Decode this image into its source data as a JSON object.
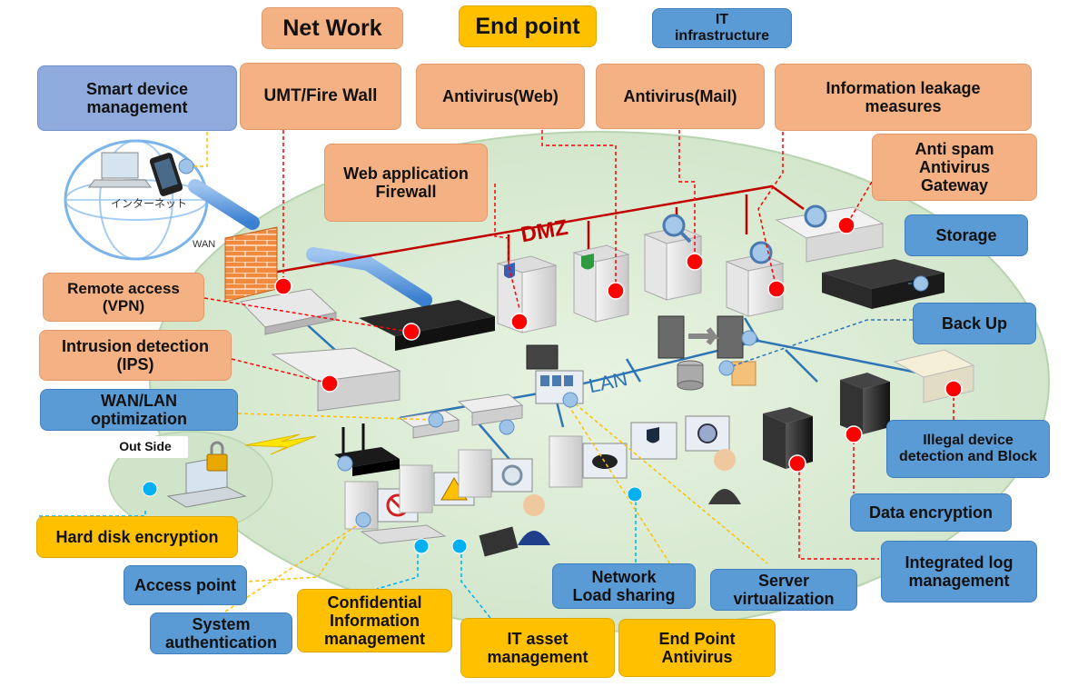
{
  "categories": {
    "network": "Net Work",
    "endpoint": "End point",
    "it_infra": "IT\ninfrastructure"
  },
  "labels": {
    "smart_device": "Smart device\nmanagement",
    "utm_firewall": "UMT/Fire Wall",
    "antivirus_web": "Antivirus(Web)",
    "antivirus_mail": "Antivirus(Mail)",
    "info_leakage": "Information leakage\nmeasures",
    "anti_spam": "Anti spam\nAntivirus\nGateway",
    "web_app_fw": "Web application\nFirewall",
    "storage": "Storage",
    "remote_access": "Remote access\n(VPN)",
    "backup": "Back Up",
    "ips": "Intrusion detection\n(IPS)",
    "wan_lan": "WAN/LAN\noptimization",
    "outside": "Out Side",
    "illegal_device": "Illegal device\ndetection and Block",
    "hdd_encryption": "Hard disk encryption",
    "data_encryption": "Data encryption",
    "access_point": "Access point",
    "integrated_log": "Integrated log\nmanagement",
    "network_load": "Network\nLoad sharing",
    "server_virt": "Server\nvirtualization",
    "system_auth": "System\nauthentication",
    "confidential": "Confidential\nInformation\nmanagement",
    "it_asset": "IT asset\nmanagement",
    "endpoint_av": "End Point\nAntivirus"
  },
  "diagram": {
    "internet": "インターネット",
    "wan": "WAN",
    "dmz": "DMZ",
    "lan": "LAN"
  },
  "colors": {
    "orange_box": "#f4b183",
    "yellow_box": "#ffc000",
    "blue_box": "#5b9bd5",
    "lavender_box": "#8faadc",
    "dmz_line": "#c00000",
    "lan_line": "#2e75b6",
    "red_dot": "#ff0000",
    "blue_dot": "#9dc3e6",
    "cyan_dot": "#00b0f0",
    "zone": "#d9ead3"
  }
}
